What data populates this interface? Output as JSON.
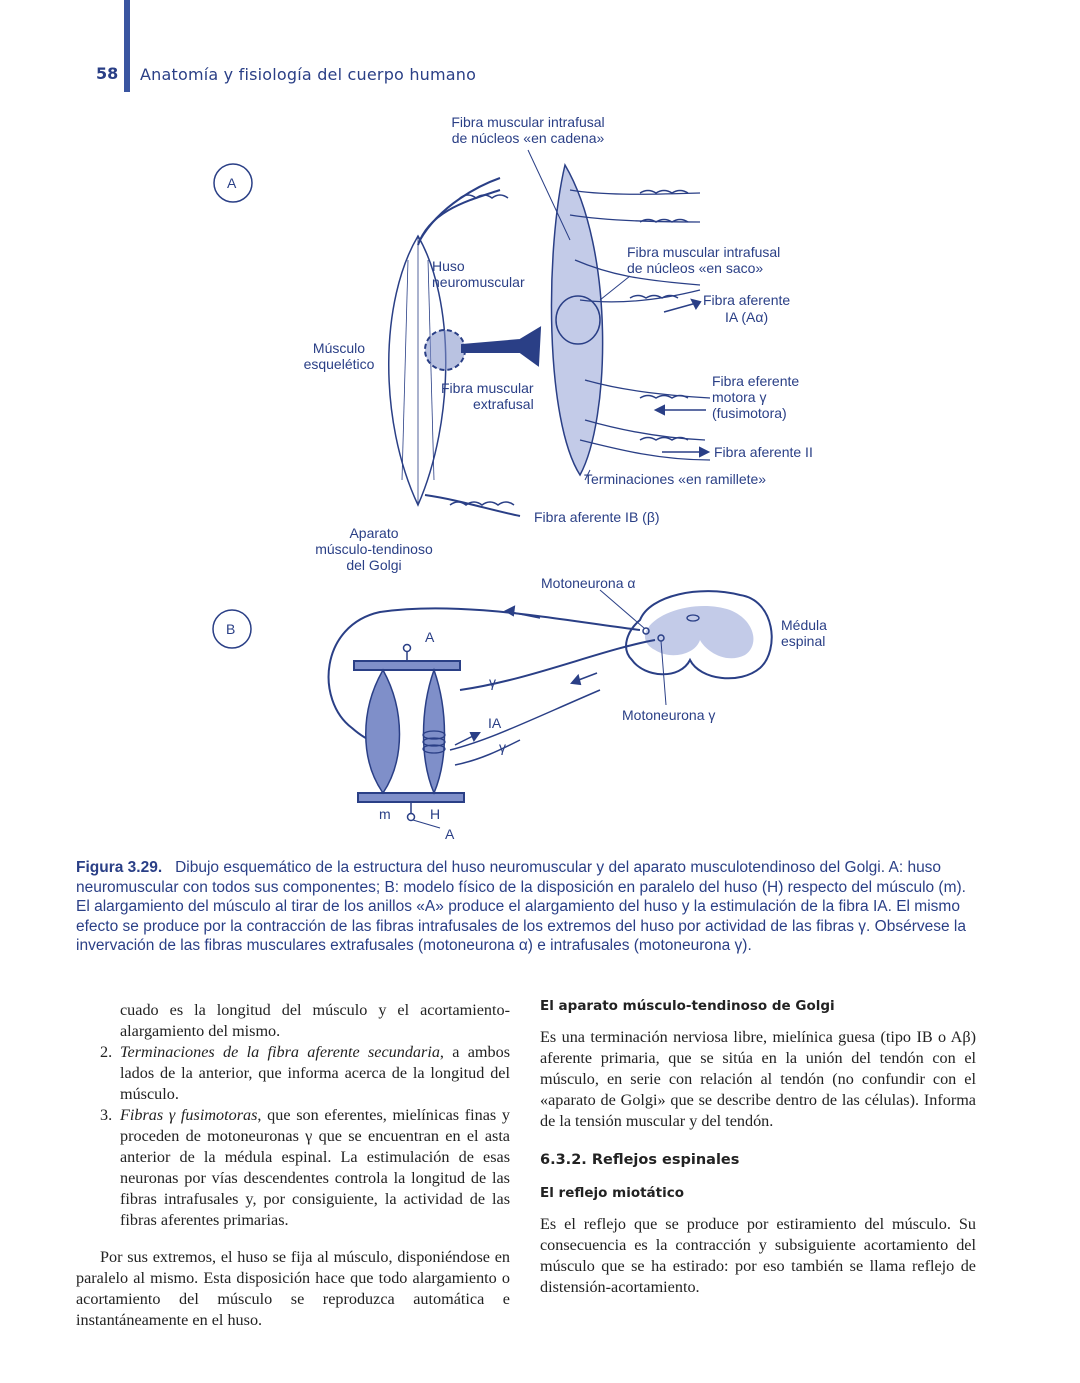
{
  "header": {
    "page_number": "58",
    "running_title": "Anatomía y fisiología del cuerpo humano"
  },
  "figure": {
    "panel_a": "A",
    "panel_b": "B",
    "labels": {
      "cadena_1": "Fibra muscular intrafusal",
      "cadena_2": "de núcleos «en cadena»",
      "huso_1": "Huso",
      "huso_2": "neuromuscular",
      "saco_1": "Fibra muscular intrafusal",
      "saco_2": "de núcleos «en saco»",
      "aferente_ia_1": "Fibra aferente",
      "aferente_ia_2": "IA (Aα)",
      "musculo_1": "Músculo",
      "musculo_2": "esquelético",
      "extrafusal_1": "Fibra muscular",
      "extrafusal_2": "extrafusal",
      "eferente_1": "Fibra eferente",
      "eferente_2": "motora γ",
      "eferente_3": "(fusimotora)",
      "aferente_ii": "Fibra aferente II",
      "ramillete": "Terminaciones «en ramillete»",
      "aferente_ib": "Fibra aferente IB (β)",
      "golgi_1": "Aparato",
      "golgi_2": "músculo-tendinoso",
      "golgi_3": "del Golgi",
      "motoneurona_alfa": "Motoneurona α",
      "medula_1": "Médula",
      "medula_2": "espinal",
      "motoneurona_gamma": "Motoneurona γ",
      "a_top": "A",
      "gamma_1": "γ",
      "ia": "IA",
      "gamma_2": "γ",
      "m": "m",
      "h": "H",
      "a_bottom": "A"
    }
  },
  "caption": {
    "label": "Figura 3.29.",
    "text": "Dibujo esquemático de la estructura del huso neuromuscular y del aparato musculotendinoso del Golgi. A: huso neuromuscular con todos sus componentes; B: modelo físico de la disposición en paralelo del huso (H) respecto del músculo (m). El alargamiento del músculo al tirar de los anillos «A» produce el alargamiento del huso y la estimulación de la fibra IA. El mismo efecto se produce por la contracción de las fibras intrafusales de los extremos del huso por actividad de las fibras γ. Obsérvese la invervación de las fibras musculares extrafusales (motoneurona α) e intrafusales (motoneurona γ)."
  },
  "left_column": {
    "continuation": "cuado es la longitud del músculo y el acortamiento-alargamiento del mismo.",
    "item2_num": "2.",
    "item2_italic": "Terminaciones de la fibra aferente secundaria",
    "item2_rest": ", a ambos lados de la anterior, que informa acerca de la longitud del músculo.",
    "item3_num": "3.",
    "item3_italic": "Fibras γ fusimotoras",
    "item3_rest": ", que son eferentes, mielínicas finas y proceden de motoneuronas γ que se encuentran en el asta anterior de la médula espinal. La estimulación de esas neuronas por vías descendentes controla la longitud de las fibras intrafusales y, por consiguiente, la actividad de las fibras aferentes primarias.",
    "paragraph": "Por sus extremos, el huso se fija al músculo, disponiéndose en paralelo al mismo. Esta disposición hace que todo alargamiento o acortamiento del músculo se reproduzca automática e instantáneamente en el huso."
  },
  "right_column": {
    "heading1": "El aparato músculo-tendinoso de Golgi",
    "para1": "Es una terminación nerviosa libre, mielínica guesa (tipo IB o Aβ) aferente primaria, que se sitúa en la unión del tendón con el músculo, en serie con relación al tendón (no confundir con el «aparato de Golgi» que se describe dentro de las células). Informa de la tensión muscular y del tendón.",
    "heading2": "6.3.2. Reflejos espinales",
    "heading3": "El reflejo miotático",
    "para2": "Es el reflejo que se produce por estiramiento del músculo. Su consecuencia es la contracción y subsiguiente acortamiento del músculo que se ha estirado: por eso también se llama reflejo de distensión-acortamiento."
  },
  "colors": {
    "figure_blue": "#2a3f86",
    "fill_blue": "#7f8fc9",
    "light_blue": "#c3cbe8"
  }
}
